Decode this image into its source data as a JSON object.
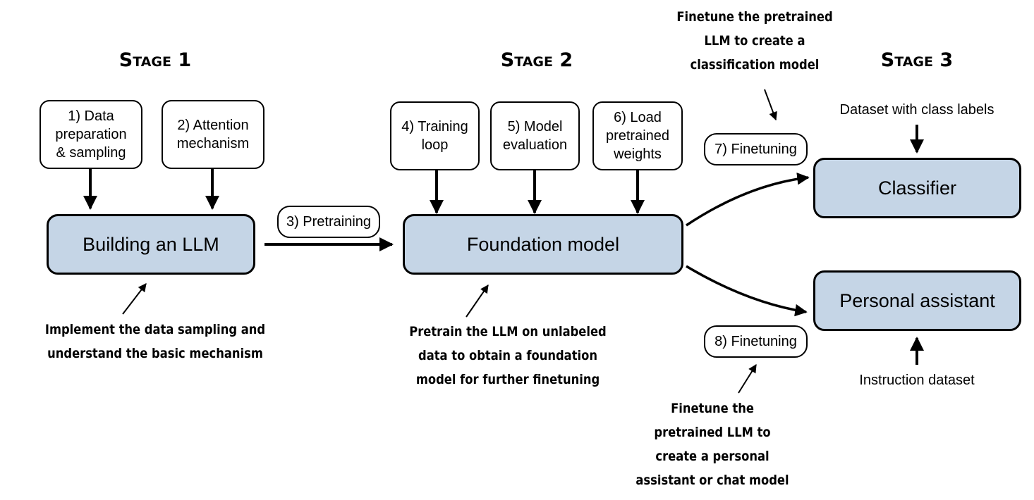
{
  "stages": {
    "stage1": "Stage 1",
    "stage2": "Stage 2",
    "stage3": "Stage 3"
  },
  "steps": {
    "data_prep": "1) Data\npreparation\n& sampling",
    "attention": "2) Attention\nmechanism",
    "pretraining": "3) Pretraining",
    "training_loop": "4) Training\nloop",
    "model_eval": "5) Model\nevaluation",
    "load_weights": "6) Load\npretrained\nweights",
    "finetune7": "7) Finetuning",
    "finetune8": "8) Finetuning"
  },
  "models": {
    "building": "Building an LLM",
    "foundation": "Foundation model",
    "classifier": "Classifier",
    "assistant": "Personal assistant"
  },
  "inputs": {
    "class_labels": "Dataset with class labels",
    "instruction": "Instruction dataset"
  },
  "notes": {
    "stage1": "Implement the data sampling and\nunderstand the basic mechanism",
    "stage2": "Pretrain the LLM on unlabeled\ndata to obtain a foundation\nmodel for further finetuning",
    "classification": "Finetune the pretrained\nLLM to create a\nclassification model",
    "assistant": "Finetune the\npretrained LLM to\ncreate a personal\nassistant or chat model"
  }
}
